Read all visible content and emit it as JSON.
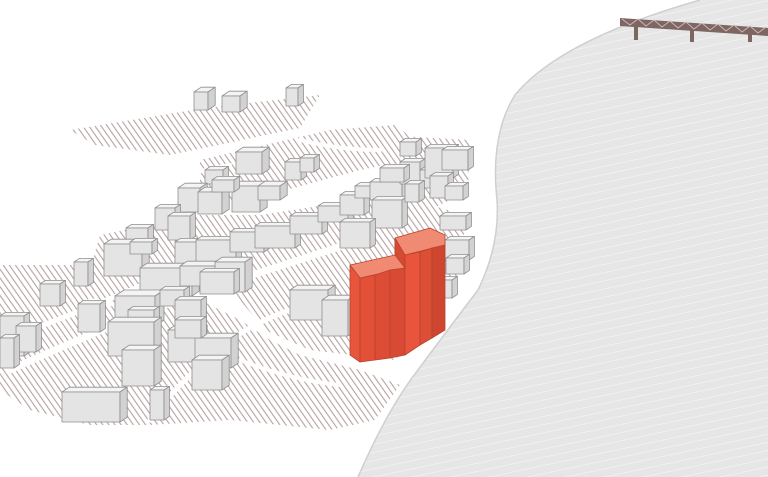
{
  "colors": {
    "background": "#ffffff",
    "water": "#e6e6e6",
    "water_lines": "#ffffff",
    "ground_hatch": "#b5a3a0",
    "building_roof": "#f4f4f4",
    "building_front": "#e4e4e4",
    "building_side": "#d2d2d2",
    "building_outline": "#8e8e8e",
    "highlight_front": "#e8553c",
    "highlight_side": "#d44a32",
    "bridge": "#7e6662"
  },
  "features": [
    "river",
    "bridge",
    "hatched-ground",
    "building-blocks",
    "highlighted-building"
  ]
}
